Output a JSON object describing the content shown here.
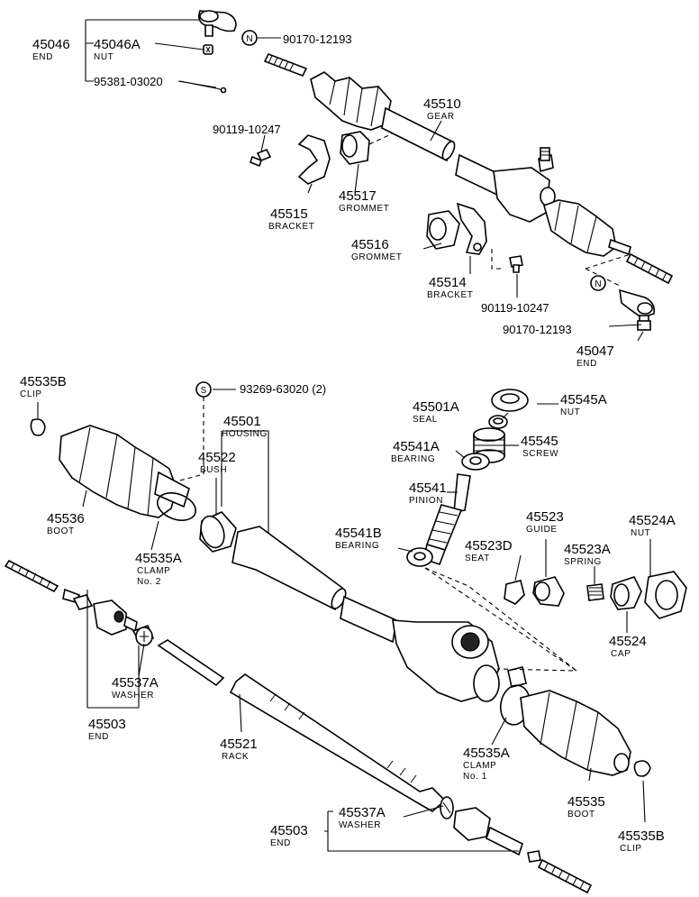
{
  "labels": [
    {
      "id": "l45046",
      "num": "45046",
      "name": "END"
    },
    {
      "id": "l45046A",
      "num": "45046A",
      "name": "NUT"
    },
    {
      "id": "l90170a",
      "num": "90170-12193",
      "name": ""
    },
    {
      "id": "l95381",
      "num": "95381-03020",
      "name": ""
    },
    {
      "id": "l45510",
      "num": "45510",
      "name": "GEAR"
    },
    {
      "id": "l90119a",
      "num": "90119-10247",
      "name": ""
    },
    {
      "id": "l45517",
      "num": "45517",
      "name": "GROMMET"
    },
    {
      "id": "l45515",
      "num": "45515",
      "name": "BRACKET"
    },
    {
      "id": "l45516",
      "num": "45516",
      "name": "GROMMET"
    },
    {
      "id": "l45514",
      "num": "45514",
      "name": "BRACKET"
    },
    {
      "id": "l90119b",
      "num": "90119-10247",
      "name": ""
    },
    {
      "id": "l90170b",
      "num": "90170-12193",
      "name": ""
    },
    {
      "id": "l45047",
      "num": "45047",
      "name": "END"
    },
    {
      "id": "l45535Bt",
      "num": "45535B",
      "name": "CLIP"
    },
    {
      "id": "l93269",
      "num": "93269-63020 (2)",
      "name": ""
    },
    {
      "id": "l45501",
      "num": "45501",
      "name": "HOUSING"
    },
    {
      "id": "l45522",
      "num": "45522",
      "name": "BUSH"
    },
    {
      "id": "l45536",
      "num": "45536",
      "name": "BOOT"
    },
    {
      "id": "l45535A2",
      "num": "45535A",
      "name": "CLAMP",
      "sub": "No. 2"
    },
    {
      "id": "l45501A",
      "num": "45501A",
      "name": "SEAL"
    },
    {
      "id": "l45545A",
      "num": "45545A",
      "name": "NUT"
    },
    {
      "id": "l45541A",
      "num": "45541A",
      "name": "BEARING"
    },
    {
      "id": "l45545",
      "num": "45545",
      "name": "SCREW"
    },
    {
      "id": "l45541",
      "num": "45541",
      "name": "PINION"
    },
    {
      "id": "l45541B",
      "num": "45541B",
      "name": "BEARING"
    },
    {
      "id": "l45523",
      "num": "45523",
      "name": "GUIDE"
    },
    {
      "id": "l45524A",
      "num": "45524A",
      "name": "NUT"
    },
    {
      "id": "l45523D",
      "num": "45523D",
      "name": "SEAT"
    },
    {
      "id": "l45523A",
      "num": "45523A",
      "name": "SPRING"
    },
    {
      "id": "l45524",
      "num": "45524",
      "name": "CAP"
    },
    {
      "id": "l45537At",
      "num": "45537A",
      "name": "WASHER"
    },
    {
      "id": "l45503t",
      "num": "45503",
      "name": "END"
    },
    {
      "id": "l45521",
      "num": "45521",
      "name": "RACK"
    },
    {
      "id": "l45535A1",
      "num": "45535A",
      "name": "CLAMP",
      "sub": "No. 1"
    },
    {
      "id": "l45535",
      "num": "45535",
      "name": "BOOT"
    },
    {
      "id": "l45537Ab",
      "num": "45537A",
      "name": "WASHER"
    },
    {
      "id": "l45503b",
      "num": "45503",
      "name": "END"
    },
    {
      "id": "l45535Bb",
      "num": "45535B",
      "name": "CLIP"
    }
  ],
  "badges": {
    "n1": "N",
    "n2": "N",
    "s1": "S"
  }
}
